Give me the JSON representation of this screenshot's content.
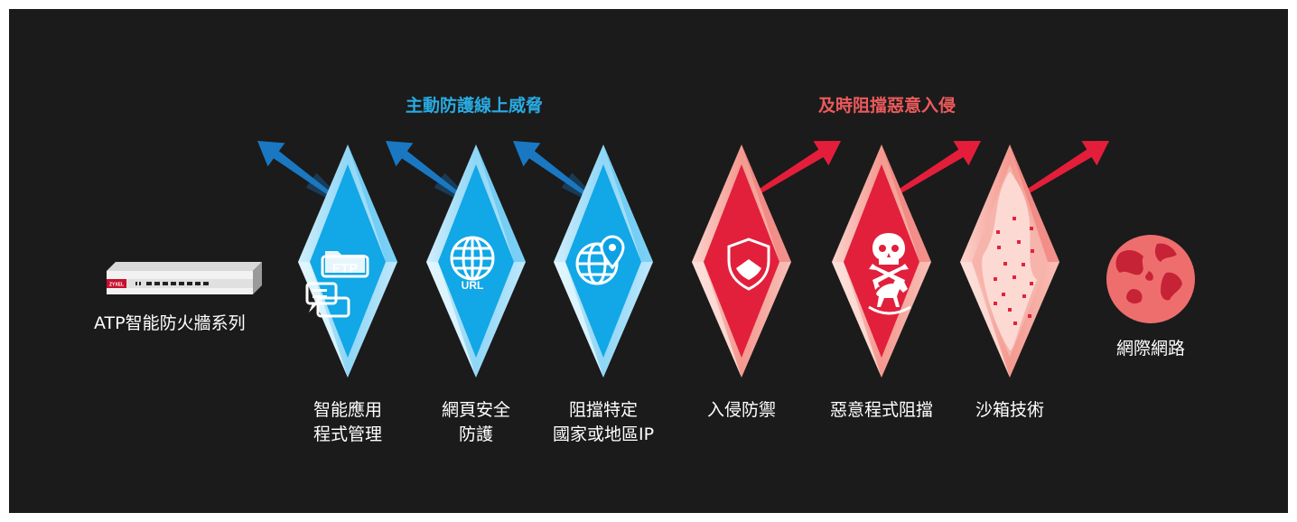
{
  "colors": {
    "background": "#1b1b1b",
    "protect": "#1e9fe0",
    "block": "#e8334a",
    "text": "#ffffff"
  },
  "headings": {
    "protect": "主動防護線上威脅",
    "block": "及時阻擋惡意入侵"
  },
  "device": {
    "label": "ATP智能防火牆系列",
    "brand": "ZYXEL"
  },
  "internet": {
    "label": "網際網路",
    "icon": "globe-icon"
  },
  "shields": [
    {
      "line1": "智能應用",
      "line2": "程式管理",
      "icon": "ftp-chat-icon",
      "icon_text": "FTP",
      "group": "protect"
    },
    {
      "line1": "網頁安全",
      "line2": "防護",
      "icon": "url-globe-icon",
      "icon_text": "URL",
      "group": "protect"
    },
    {
      "line1": "阻擋特定",
      "line2": "國家或地區IP",
      "icon": "geo-globe-icon",
      "group": "protect"
    },
    {
      "line1": "入侵防禦",
      "icon": "shield-icon",
      "group": "block"
    },
    {
      "line1": "惡意程式阻擋",
      "icon": "skull-horse-icon",
      "group": "block"
    },
    {
      "line1": "沙箱技術",
      "icon": "sandbox-icon",
      "group": "block"
    }
  ]
}
